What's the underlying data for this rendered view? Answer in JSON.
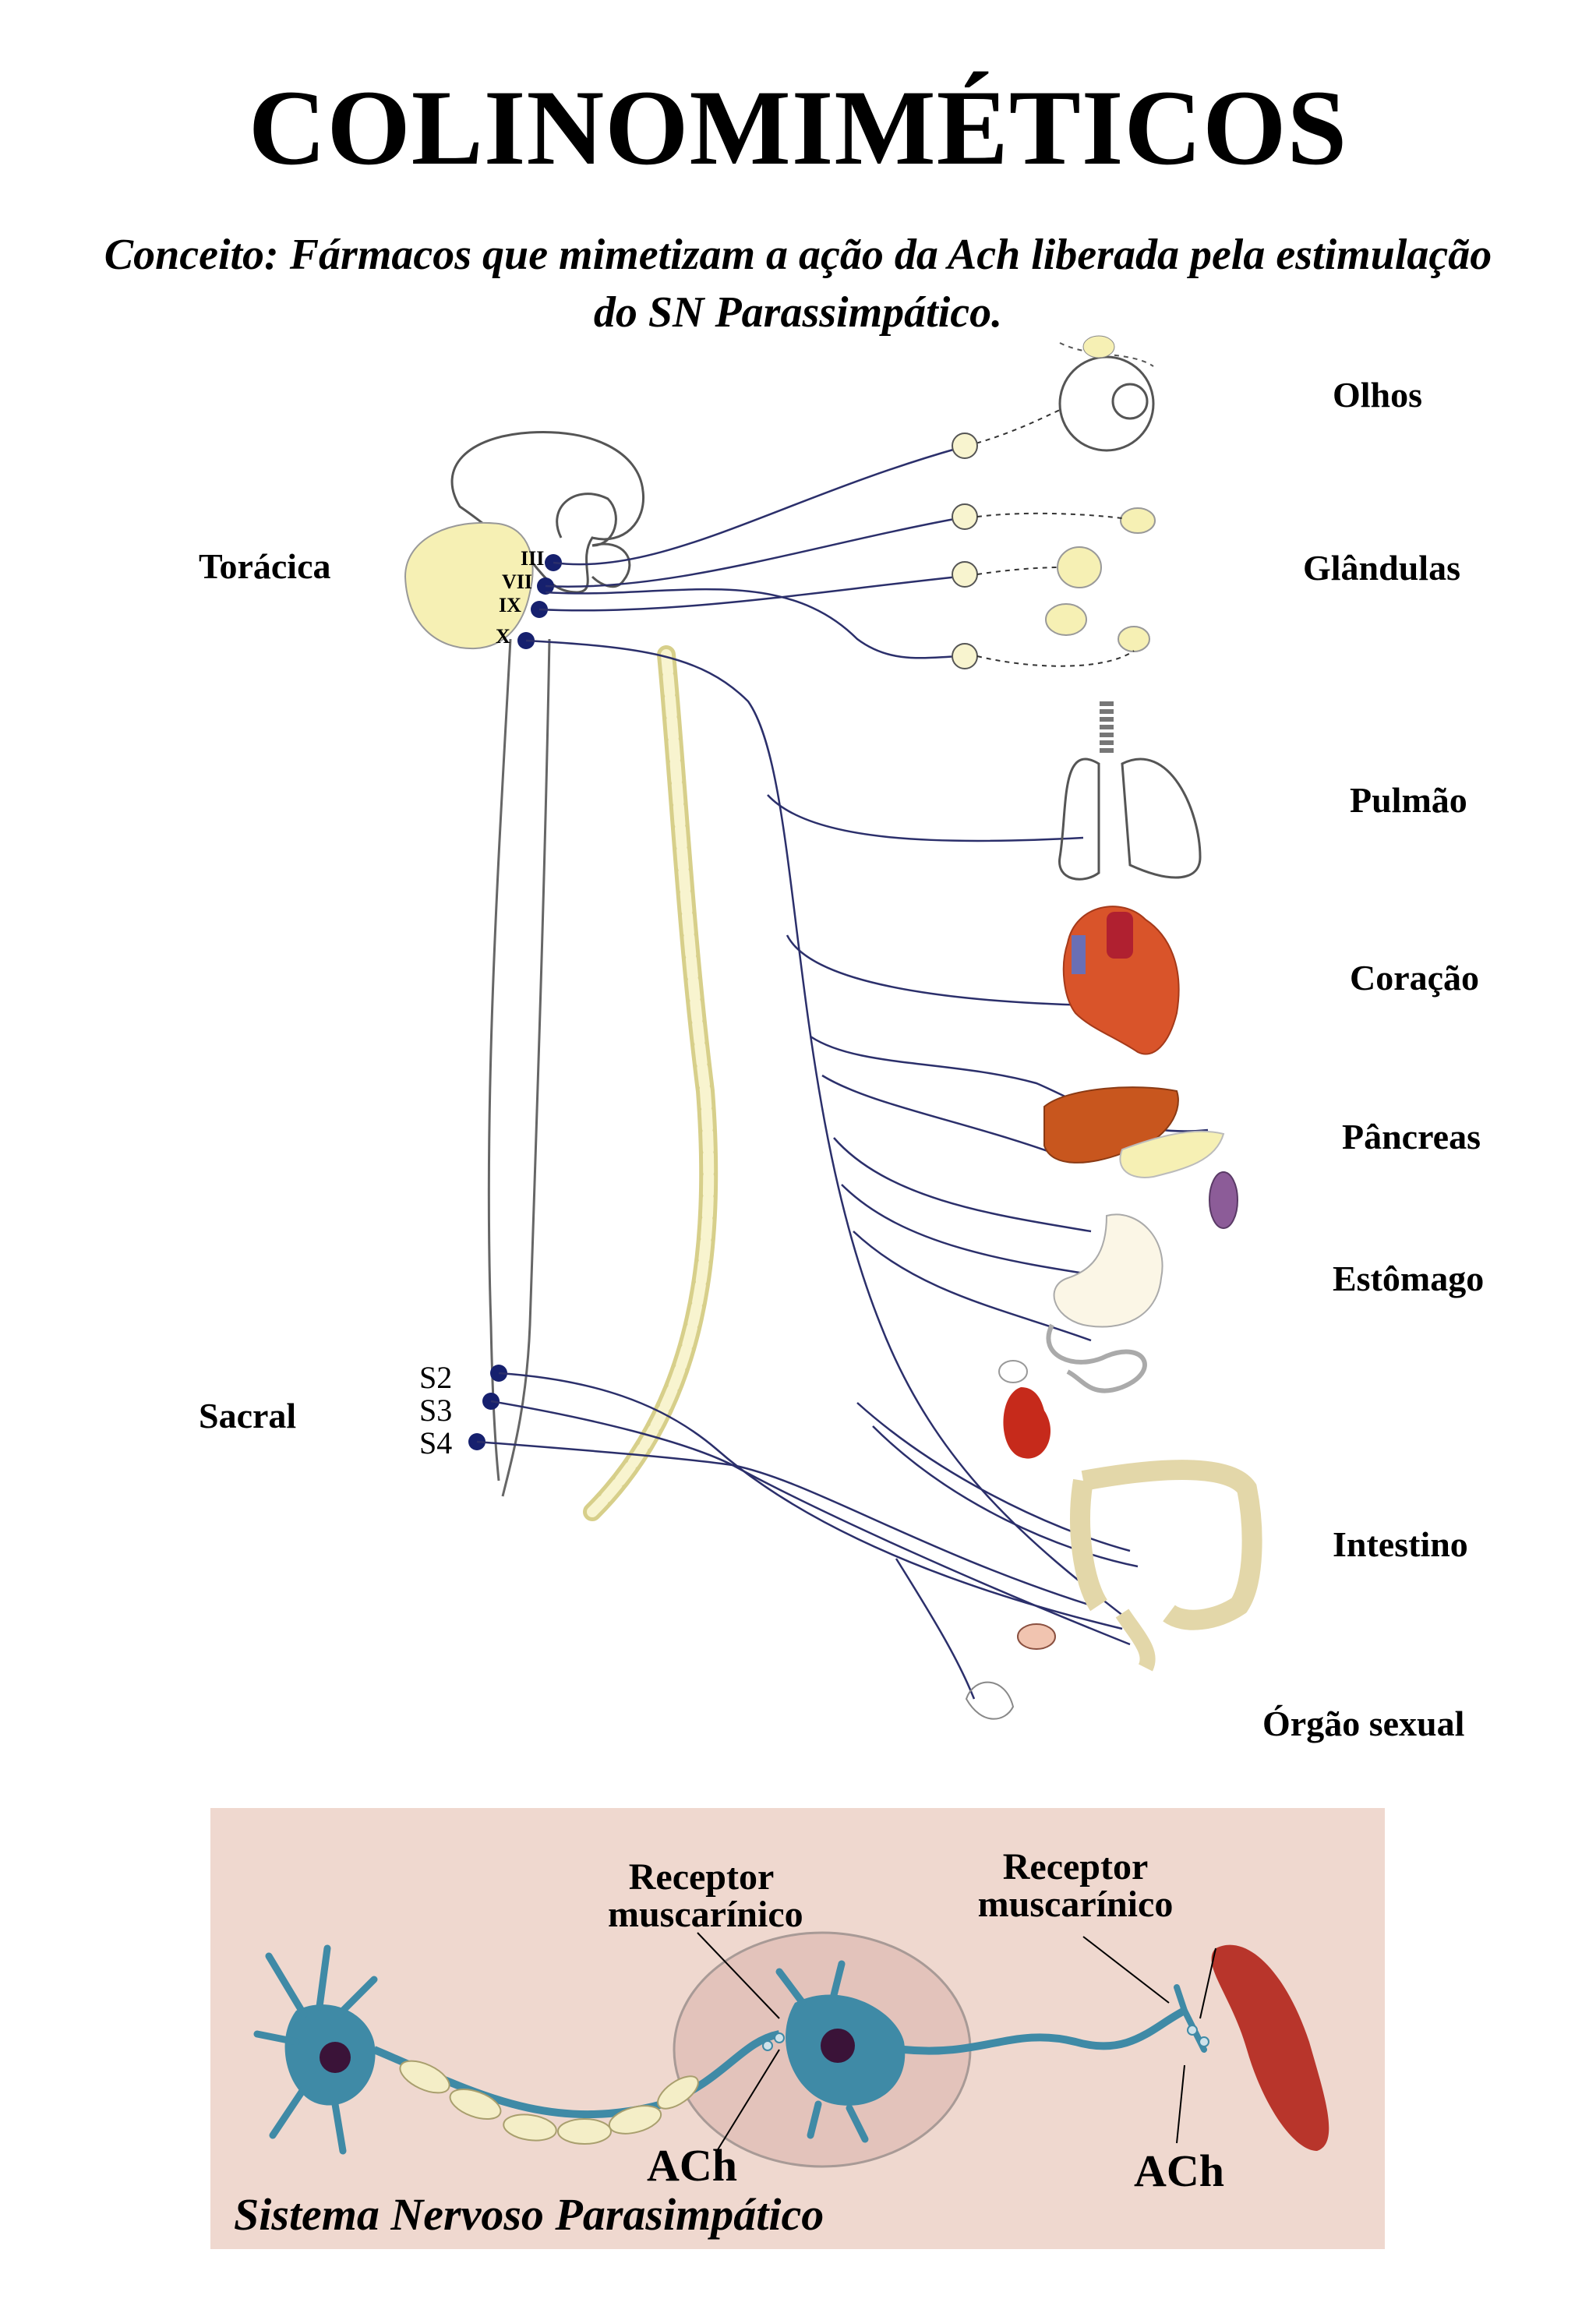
{
  "title": "COLINOMIMÉTICOS",
  "concept_line1": "Conceito: Fármacos que mimetizam a ação da Ach liberada pela estimulação",
  "concept_line2": "do SN Parassimpático.",
  "regions": {
    "thoracic": "Torácica",
    "sacral": "Sacral"
  },
  "cranial_nerves": [
    "III",
    "VII",
    "IX",
    "X"
  ],
  "sacral_segments": [
    "S2",
    "S3",
    "S4"
  ],
  "organs": [
    "Olhos",
    "Glândulas",
    "Pulmão",
    "Coração",
    "Pâncreas",
    "Estômago",
    "Intestino",
    "Órgão sexual"
  ],
  "lower_panel": {
    "receptor_label_1": "Receptor muscarínico",
    "receptor_label_2": "Receptor muscarínico",
    "receptor_line_a": "Receptor",
    "receptor_line_b": "muscarínico",
    "ach_1": "ACh",
    "ach_2": "ACh",
    "caption": "Sistema Nervoso Parasimpático"
  },
  "colors": {
    "nerve": "#2b2f6b",
    "node": "#16206e",
    "brain_fill": "#f6f0b4",
    "heart": "#d9542a",
    "liver": "#c8561e",
    "kidney": "#c62a1b",
    "panel_bg": "#efd8cf",
    "neuron": "#3f8aa6",
    "muscle": "#b8352b"
  }
}
